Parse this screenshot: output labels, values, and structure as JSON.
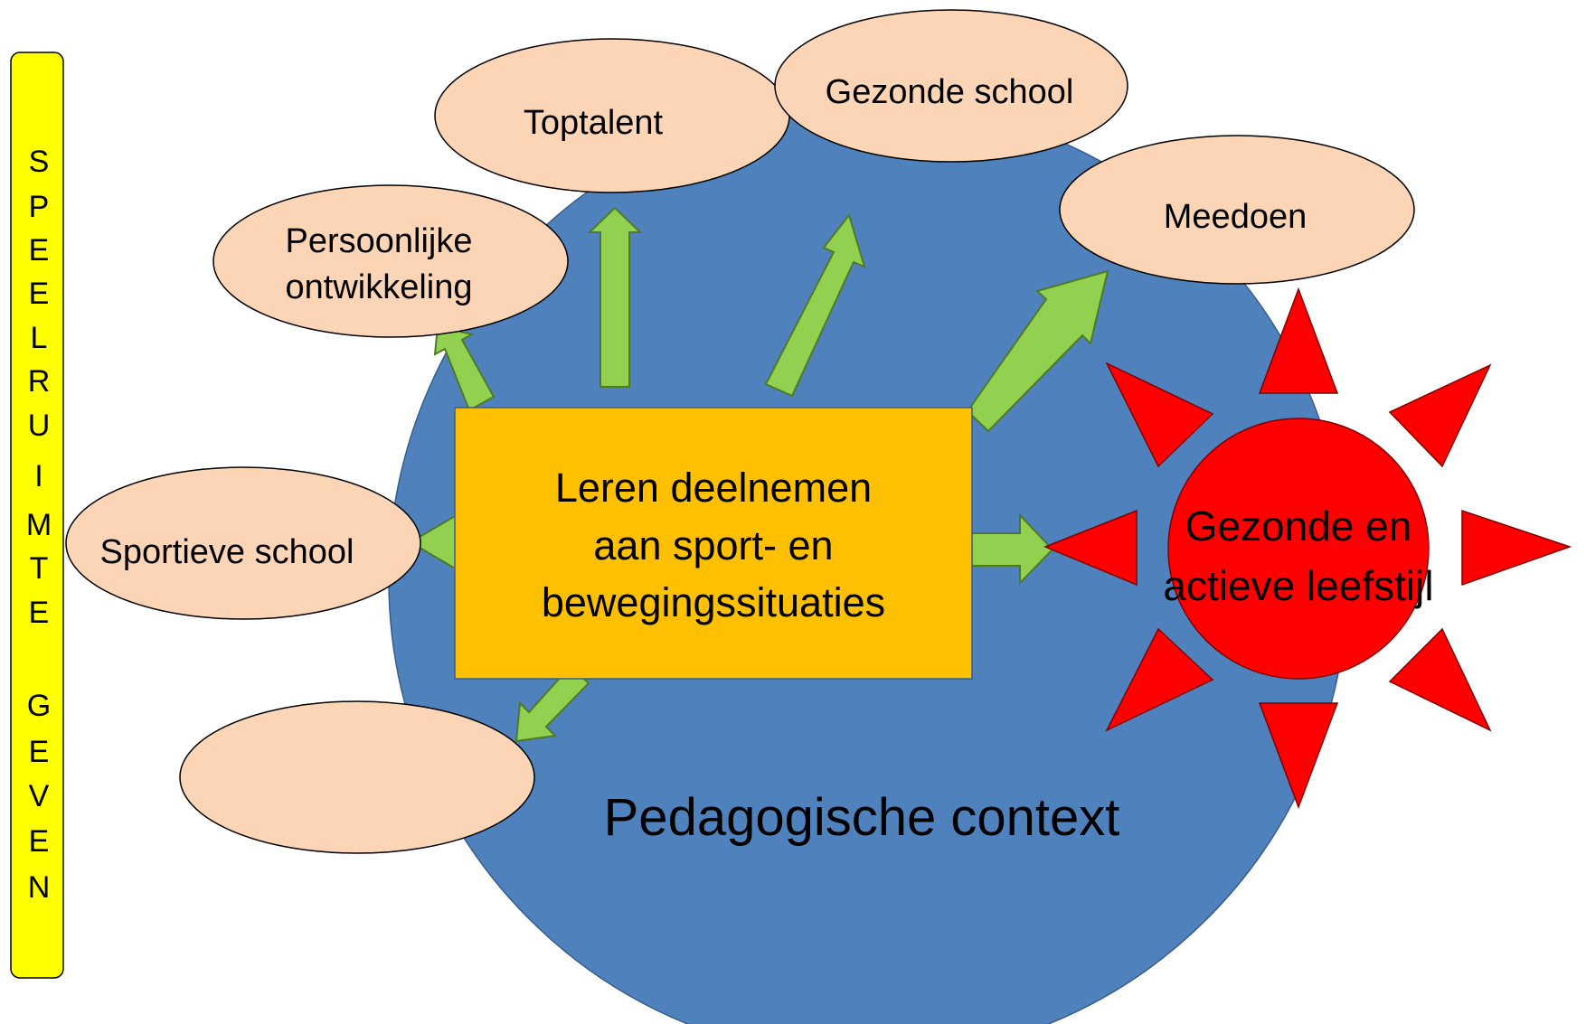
{
  "side_bar": {
    "letters": [
      "S",
      "P",
      "E",
      "E",
      "L",
      "R",
      "U",
      "I",
      "M",
      "T",
      "E",
      "",
      "G",
      "E",
      "V",
      "E",
      "N"
    ]
  },
  "center_box": {
    "lines": [
      "Leren deelnemen",
      "aan sport- en",
      "bewegingssituaties"
    ]
  },
  "context_label": "Pedagogische context",
  "bubbles": {
    "toptalent": "Toptalent",
    "gezonde_school": "Gezonde school",
    "meedoen": "Meedoen",
    "persoonlijke": [
      "Persoonlijke",
      "ontwikkeling"
    ],
    "sportieve_school": "Sportieve school",
    "empty": ""
  },
  "sun": {
    "lines": [
      "Gezonde en",
      "actieve leefstijl"
    ]
  },
  "colors": {
    "bar_fill": "#ffff00",
    "context_circle": "#4f81bd",
    "center_box": "#ffc000",
    "bubble_fill": "#fbd5b5",
    "arrow_fill": "#92d050",
    "sun_red": "#ff0000",
    "outline": "#000000"
  }
}
